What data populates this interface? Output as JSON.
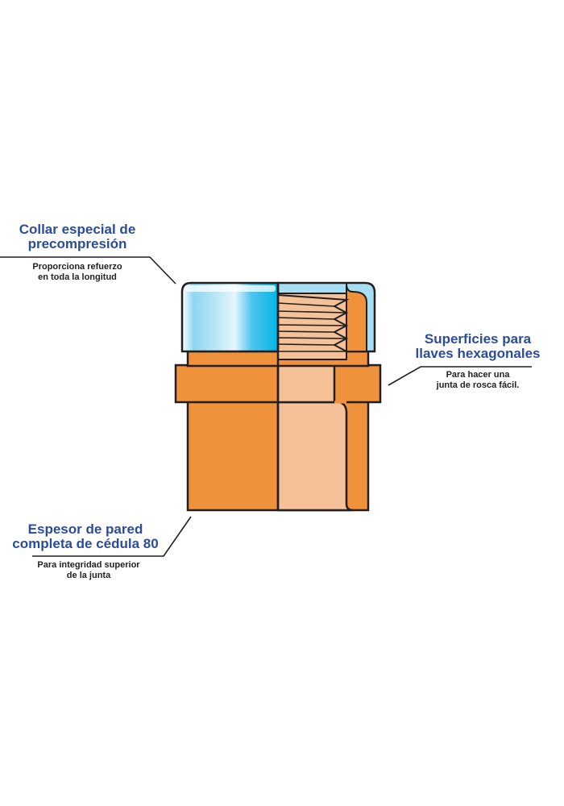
{
  "callouts": {
    "collar": {
      "title_line1": "Collar especial de",
      "title_line2": "precompresión",
      "desc_line1": "Proporciona refuerzo",
      "desc_line2": "en toda la longitud"
    },
    "hex": {
      "title_line1": "Superficies para",
      "title_line2": "llaves hexagonales",
      "desc_line1": "Para hacer una",
      "desc_line2": "junta de rosca fácil."
    },
    "wall": {
      "title_line1": "Espesor de pared",
      "title_line2": "completa de cédula 80",
      "desc_line1": "Para integridad superior",
      "desc_line2": "de la junta"
    }
  },
  "colors": {
    "fitting_orange": "#f0913c",
    "inner_peach": "#f5c199",
    "collar_blue": "#00b5e6",
    "collar_light": "#a6dff3",
    "outline": "#231f20",
    "title_blue": "#2b4c9b"
  }
}
